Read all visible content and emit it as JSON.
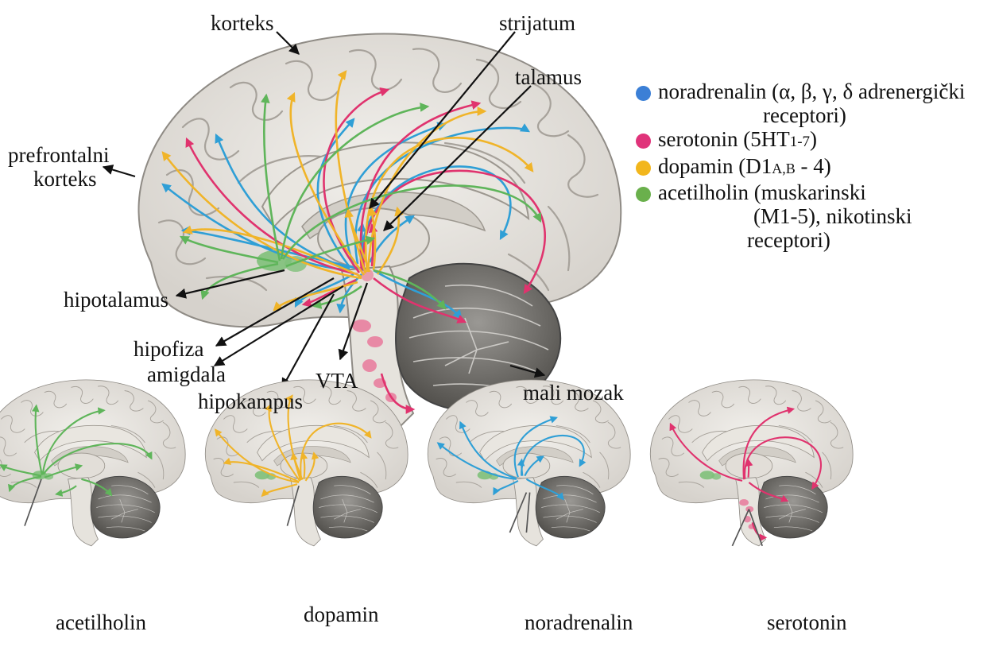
{
  "colors": {
    "noradrenalin": "#2f9fd6",
    "serotonin": "#e0336e",
    "dopamin": "#f0b429",
    "acetilholin": "#5fb55a"
  },
  "labels": {
    "korteks": "korteks",
    "strijatum": "strijatum",
    "talamus": "talamus",
    "prefrontalni_1": "prefrontalni",
    "prefrontalni_2": "korteks",
    "hipotalamus": "hipotalamus",
    "hipofiza": "hipofiza",
    "amigdala": "amigdala",
    "vta": "VTA",
    "hipokampus": "hipokampus",
    "mali_mozak": "mali mozak"
  },
  "legend": {
    "noradrenalin_1": "noradrenalin (α, β, γ, δ adrenergički",
    "noradrenalin_2": "receptori)",
    "serotonin_main": "serotonin (5HT",
    "serotonin_sub": "1-7",
    "serotonin_end": ")",
    "dopamin_main": "dopamin (D1",
    "dopamin_sub": "A,B",
    "dopamin_end": " - 4)",
    "acetilholin_1": "acetilholin (muskarinski",
    "acetilholin_2": "(M1-5), nikotinski",
    "acetilholin_3": "receptori)"
  },
  "captions": {
    "acetilholin": "acetilholin",
    "dopamin": "dopamin",
    "noradrenalin": "noradrenalin",
    "serotonin": "serotonin"
  }
}
